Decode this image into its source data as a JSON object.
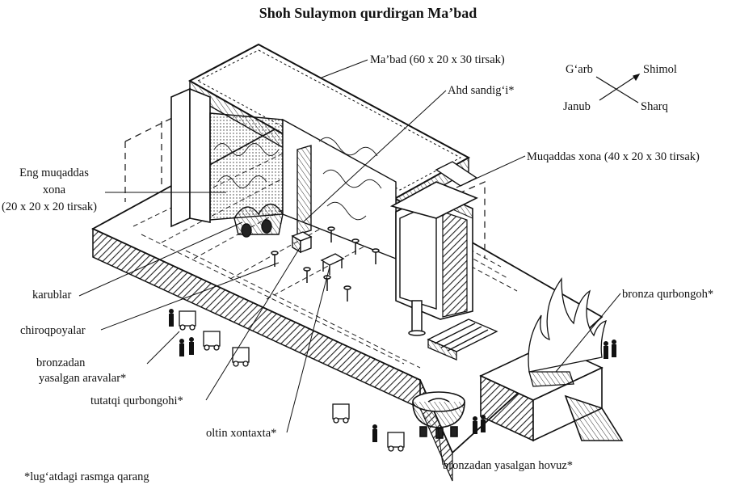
{
  "title": "Shoh Sulaymon qurdirgan Ma’bad",
  "labels": {
    "mabad": "Ma’bad (60 x 20 x 30 tirsak)",
    "ahd_sandigi": "Ahd sandig‘i*",
    "muqaddas_xona": "Muqaddas xona (40 x 20 x 30 tirsak)",
    "eng_muqaddas_1": "Eng muqaddas",
    "eng_muqaddas_2": "xona",
    "eng_muqaddas_3": "(20 x 20 x 20 tirsak)",
    "karublar": "karublar",
    "chiroqpoyalar": "chiroqpoyalar",
    "aravalar_1": "bronzadan",
    "aravalar_2": "yasalgan aravalar*",
    "tutatqi": "tutatqi qurbongohi*",
    "xontaxta": "oltin xontaxta*",
    "qurbongoh": "bronza qurbongoh*",
    "hovuz": "bronzadan yasalgan hovuz*",
    "footnote": "*lug‘atdagi rasmga qarang"
  },
  "compass": {
    "west": "G‘arb",
    "north": "Shimol",
    "south": "Janub",
    "east": "Sharq"
  }
}
